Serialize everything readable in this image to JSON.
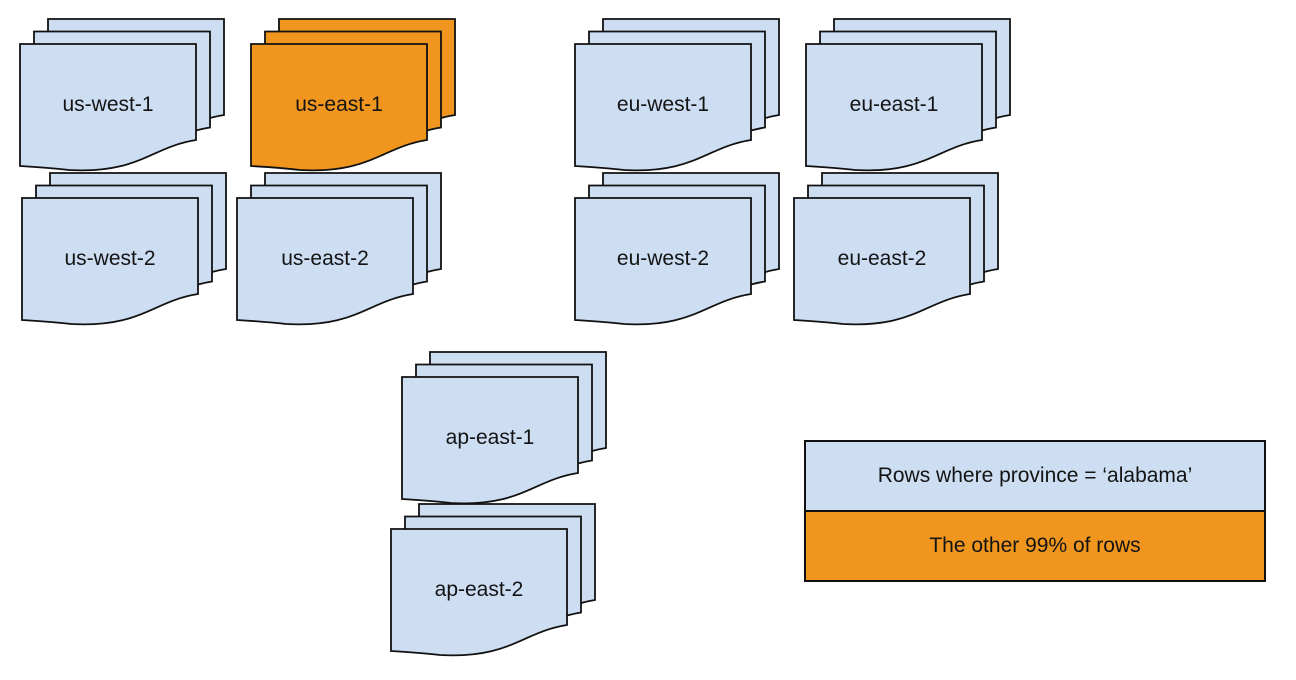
{
  "diagram": {
    "description": "Document stacks representing database shards per region",
    "documents_per_stack": 3
  },
  "stacks": [
    {
      "label": "us-west-1",
      "variant": "blue"
    },
    {
      "label": "us-east-1",
      "variant": "orange"
    },
    {
      "label": "eu-west-1",
      "variant": "blue"
    },
    {
      "label": "eu-east-1",
      "variant": "blue"
    },
    {
      "label": "us-west-2",
      "variant": "blue"
    },
    {
      "label": "us-east-2",
      "variant": "blue"
    },
    {
      "label": "eu-west-2",
      "variant": "blue"
    },
    {
      "label": "eu-east-2",
      "variant": "blue"
    },
    {
      "label": "ap-east-1",
      "variant": "blue"
    },
    {
      "label": "ap-east-2",
      "variant": "blue"
    }
  ],
  "legend": {
    "rows": [
      {
        "label": "Rows where province = ‘alabama’",
        "variant": "blue"
      },
      {
        "label": "The other 99% of rows",
        "variant": "orange"
      }
    ]
  },
  "colors": {
    "blue": "#cdddf2",
    "orange": "#f0961e",
    "stroke": "#111111",
    "text": "#141414",
    "background": "#ffffff"
  }
}
